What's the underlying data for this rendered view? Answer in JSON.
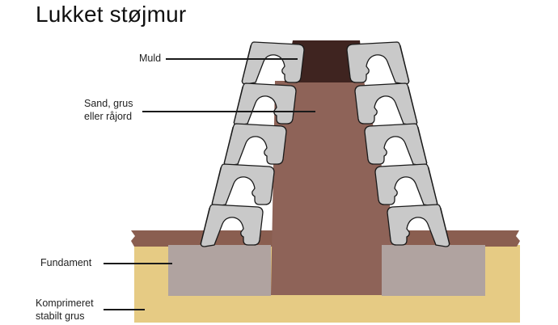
{
  "title": "Lukket støjmur",
  "labels": {
    "muld": "Muld",
    "sand_line1": "Sand, grus",
    "sand_line2": "eller råjord",
    "fundament": "Fundament",
    "komp_line1": "Komprimeret",
    "komp_line2": "stabilt grus"
  },
  "colors": {
    "muld": "#3f2420",
    "fill": "#8e6358",
    "topsoil": "#8a5e50",
    "gravel": "#e6cb84",
    "foundation": "#b0a3a0",
    "block": "#c9c9c9",
    "outline": "#1a1a1a"
  }
}
